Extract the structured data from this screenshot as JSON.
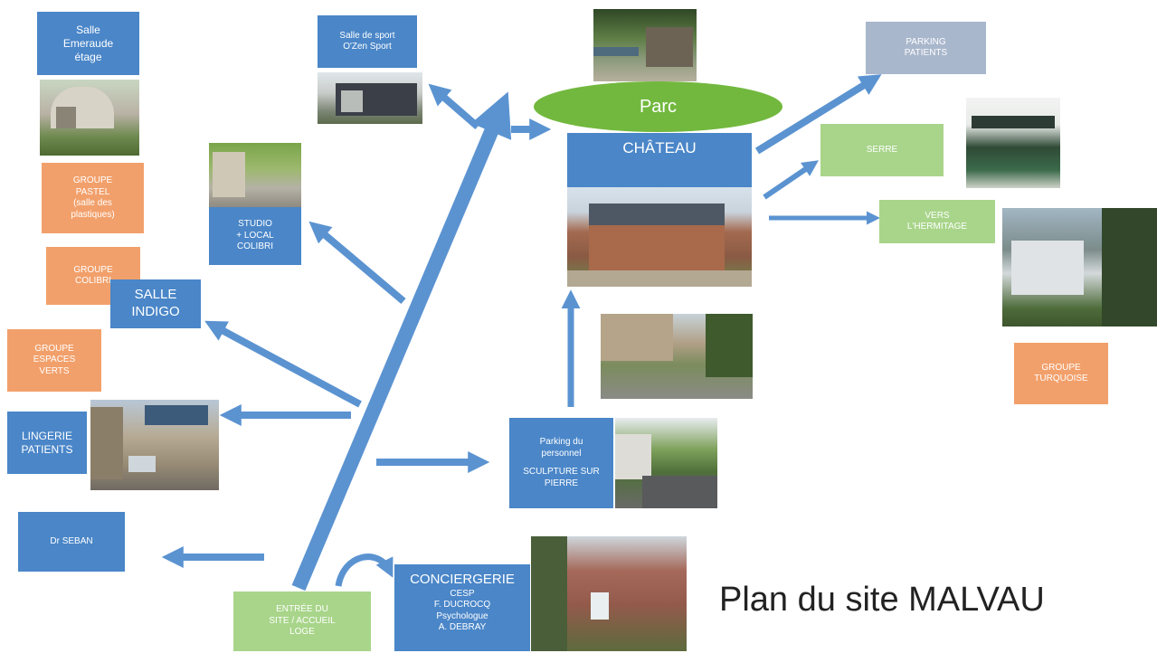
{
  "title": "Plan du site MALVAU",
  "colors": {
    "blue": "#4a86c8",
    "orange": "#f2a06b",
    "light_green": "#a8d58a",
    "grey": "#a9b7cc",
    "green": "#72b83e",
    "arrow": "#5b93d1"
  },
  "boxes": {
    "salle_emeraude": [
      "Salle",
      "Emeraude",
      "étage"
    ],
    "groupe_pastel": [
      "GROUPE",
      "PASTEL",
      "(salle des",
      "plastiques)"
    ],
    "groupe_colibri": [
      "GROUPE",
      "COLIBRI"
    ],
    "salle_indigo": [
      "SALLE",
      "INDIGO"
    ],
    "groupe_espaces_verts": [
      "GROUPE",
      "ESPACES",
      "VERTS"
    ],
    "lingerie_patients": [
      "LINGERIE",
      "PATIENTS"
    ],
    "dr_seban": [
      "Dr SEBAN"
    ],
    "salle_de_sport": [
      "Salle de sport",
      "O'Zen Sport"
    ],
    "studio": [
      "STUDIO",
      "+ LOCAL",
      "COLIBRI"
    ],
    "parc": "Parc",
    "chateau": "CHÂTEAU",
    "parking_personnel": [
      "Parking du",
      "personnel",
      "",
      "SCULPTURE SUR",
      "PIERRE"
    ],
    "conciergerie_title": "CONCIERGERIE",
    "conciergerie_lines": [
      "CESP",
      "F. DUCROCQ",
      "Psychologue",
      "A. DEBRAY"
    ],
    "parking_patients": [
      "PARKING",
      "PATIENTS"
    ],
    "serre": [
      "SERRE"
    ],
    "vers_hermitage": [
      "VERS",
      "L'HERMITAGE"
    ],
    "groupe_turquoise": [
      "GROUPE",
      "TURQUOISE"
    ],
    "entree": [
      "ENTRÉE DU",
      "SITE / ACCUEIL",
      "LOGE"
    ]
  },
  "photos": [
    "building-photo-emeraude",
    "building-photo-sport",
    "building-photo-studio",
    "building-photo-lingerie",
    "building-photo-parc",
    "building-photo-chateau",
    "building-photo-parking",
    "building-photo-road",
    "building-photo-conciergerie",
    "building-photo-serre",
    "building-photo-hermitage"
  ]
}
